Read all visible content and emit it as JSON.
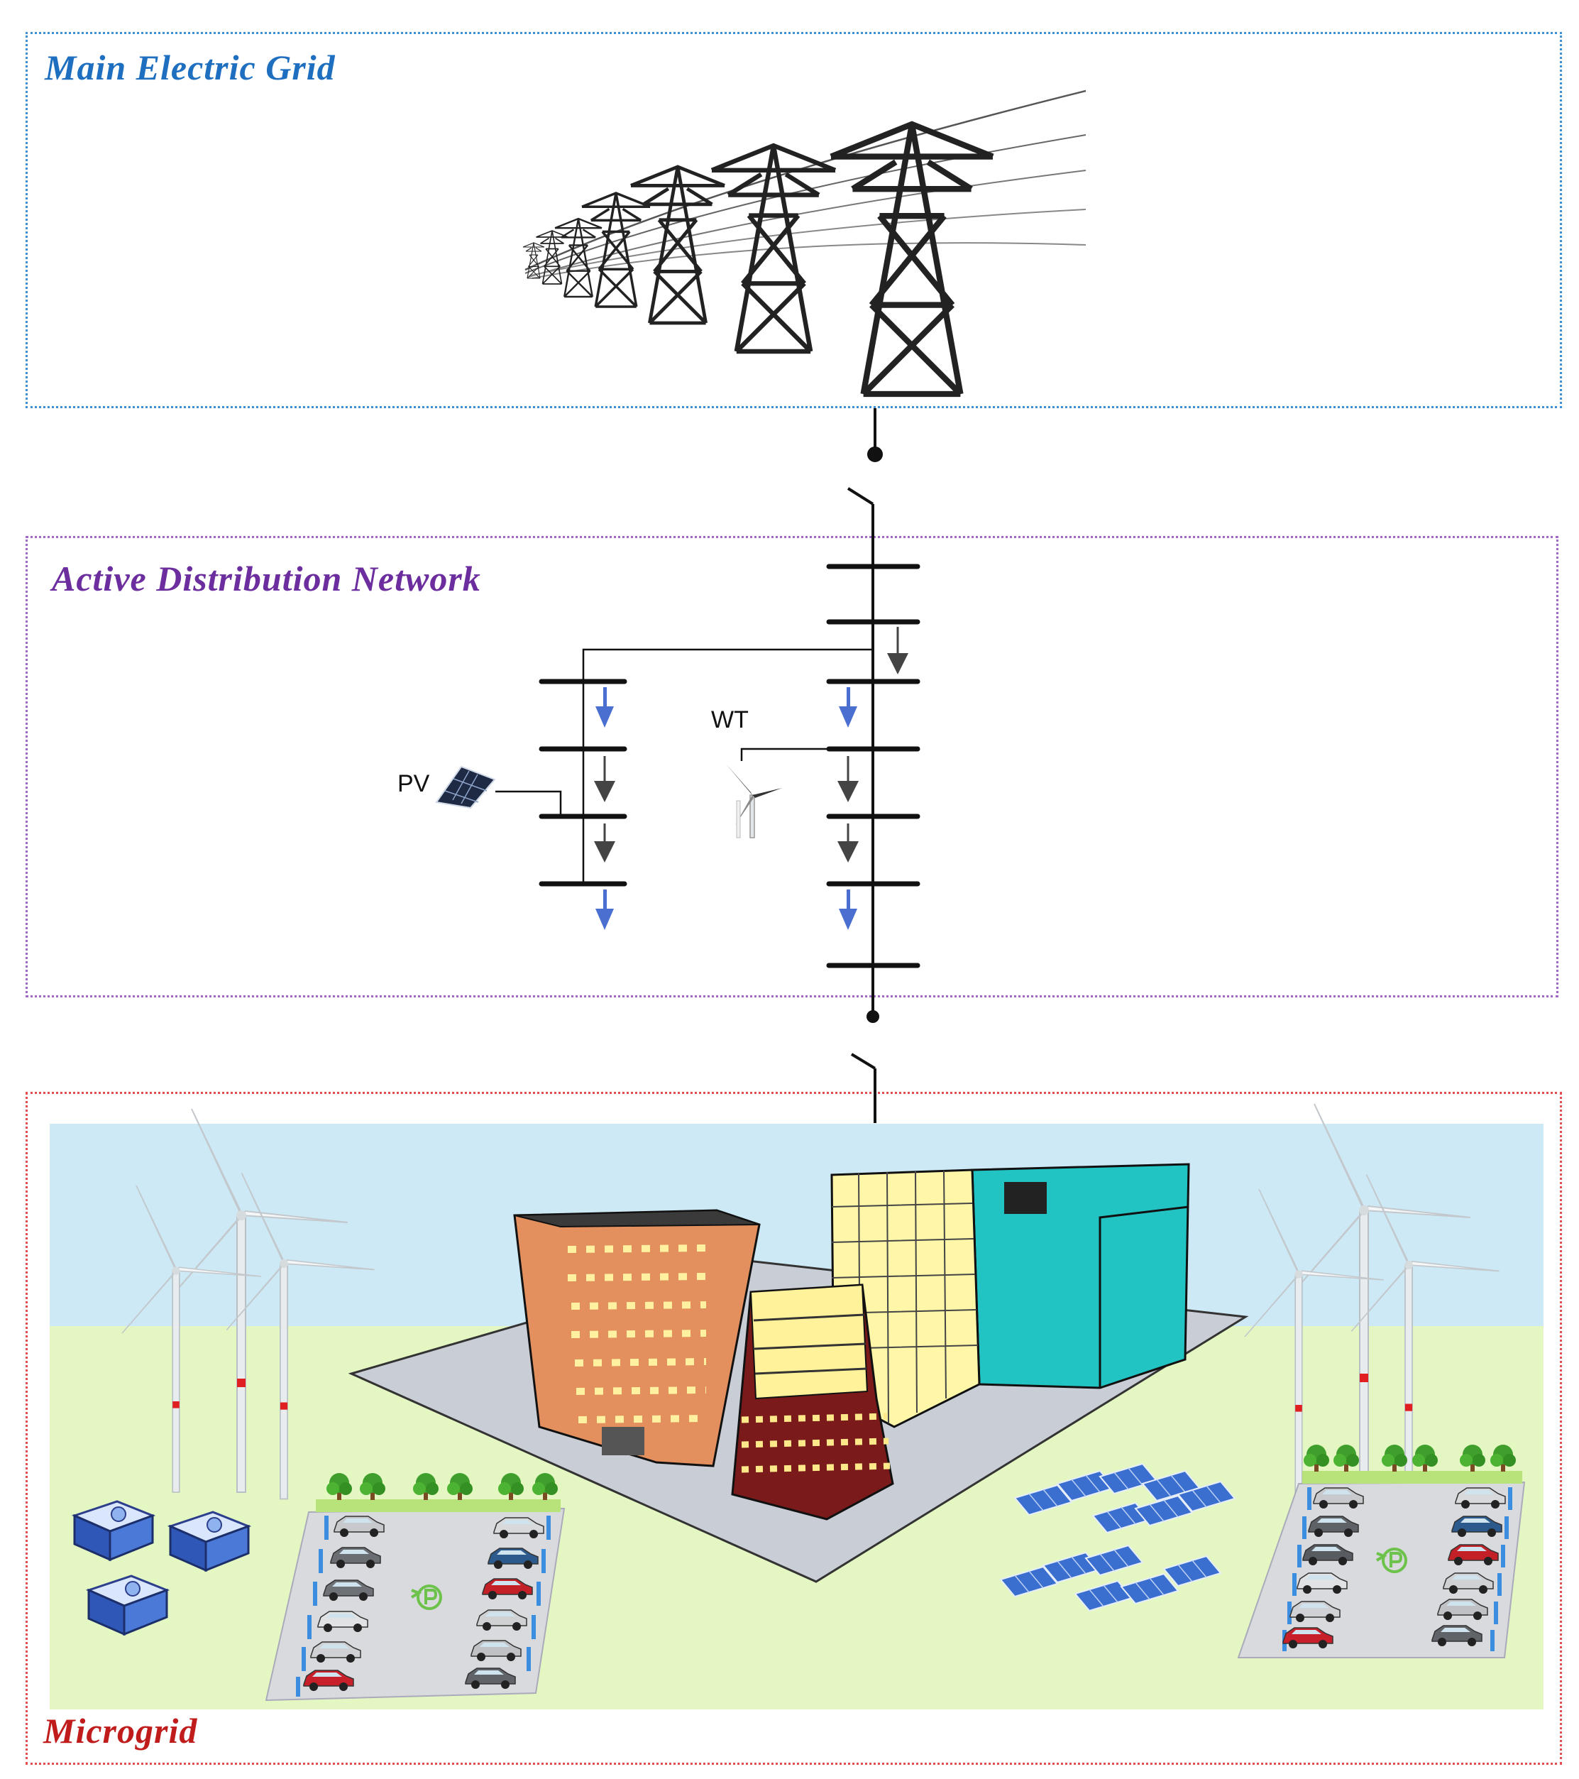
{
  "panels": {
    "main_grid": {
      "title": "Main Electric Grid",
      "border_color": "#3d8fd6",
      "title_color": "#1f6fc0"
    },
    "adn": {
      "title": "Active Distribution Network",
      "border_color": "#a066c8",
      "title_color": "#6c2e9e"
    },
    "microgrid": {
      "title": "Microgrid",
      "border_color": "#e05050",
      "title_color": "#c01c1c"
    }
  },
  "labels": {
    "wt": "WT",
    "pv": "PV"
  },
  "colors": {
    "sky": "#cde9f5",
    "grass": "#e4f7c2",
    "flow_arrow": "#4a6fd0",
    "solar": "#3a6fcf"
  }
}
